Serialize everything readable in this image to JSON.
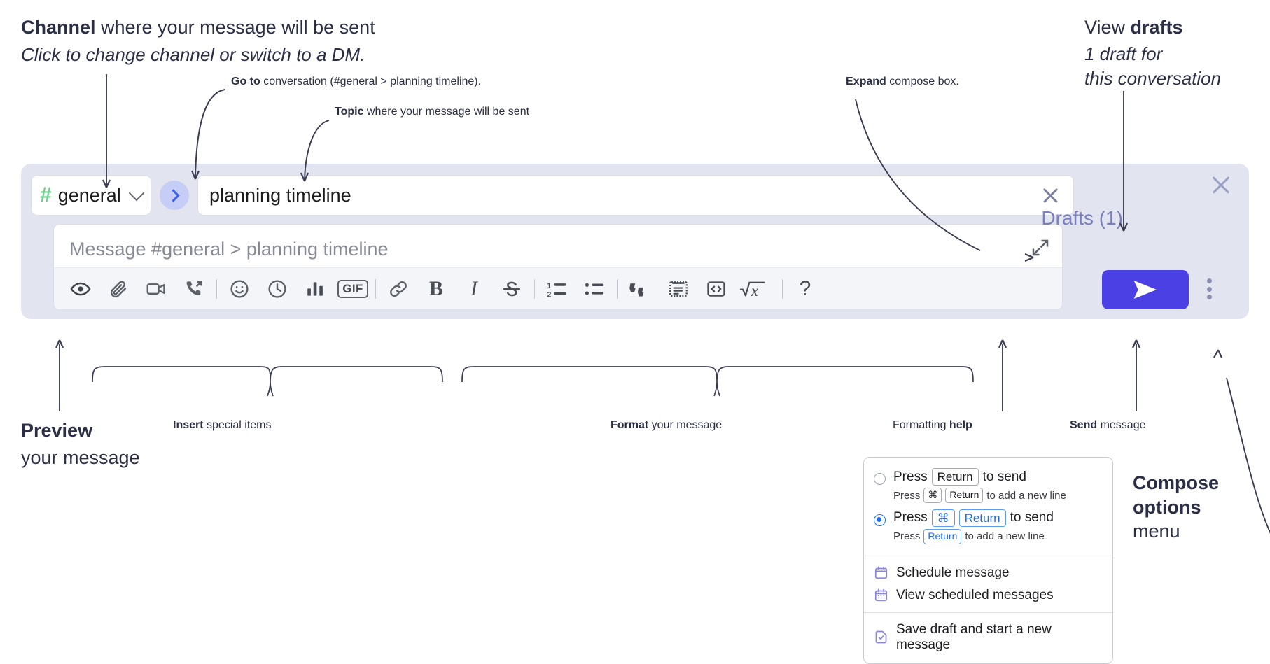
{
  "annotations": {
    "channel": {
      "bold": "Channel",
      "rest": " where your message will be sent",
      "sub": "Click to change channel or switch to a DM."
    },
    "goto": {
      "bold": "Go to",
      "rest": " conversation (#general > planning timeline)."
    },
    "topic": {
      "bold": "Topic",
      "rest": " where your message will be sent"
    },
    "expand": {
      "bold": "Expand",
      "rest": " compose box."
    },
    "drafts": {
      "pre": "View ",
      "bold": "drafts",
      "sub1": "1 draft for",
      "sub2": "this conversation"
    },
    "preview": {
      "bold": "Preview",
      "rest": "your message"
    },
    "insert": {
      "bold": "Insert",
      "rest": " special items"
    },
    "format": {
      "bold": "Format",
      "rest": " your message"
    },
    "formatting_help": {
      "pre": "Formatting ",
      "bold": "help"
    },
    "send": {
      "bold": "Send",
      "rest": " message"
    },
    "compose_options": {
      "bold1": "Compose",
      "bold2": "options",
      "rest": "menu"
    }
  },
  "compose": {
    "channel_name": "general",
    "channel_hash": "#",
    "topic_value": "planning timeline",
    "message_placeholder": "Message #general > planning timeline",
    "drafts_label": "Drafts (1)",
    "toolbar_icons": [
      "preview-eye-icon",
      "attachment-paperclip-icon",
      "video-camera-icon",
      "phone-forward-icon",
      "emoji-smiley-icon",
      "clock-icon",
      "poll-bar-chart-icon",
      "gif-icon",
      "link-icon",
      "bold-icon",
      "italic-icon",
      "strikethrough-icon",
      "ordered-list-icon",
      "bulleted-list-icon",
      "blockquote-icon",
      "code-block-icon",
      "code-inline-icon",
      "math-formula-icon",
      "formatting-help-icon"
    ],
    "gif_label": "GIF",
    "bold_label": "B",
    "italic_label": "I",
    "help_label": "?",
    "send_icon": "send-paper-plane-icon",
    "kebab_icon": "vertical-dots-icon",
    "close_icon": "close-x-icon",
    "expand_icon": "expand-diagonal-arrows-icon",
    "goto_icon": "chevron-right-icon",
    "topic_clear_icon": "clear-x-icon",
    "channel_chevron_icon": "chevron-down-icon"
  },
  "menu": {
    "options": [
      {
        "selected": false,
        "main_pre": "Press",
        "main_key": "Return",
        "main_post": "to send",
        "sub_pre": "Press",
        "sub_key1": "⌘",
        "sub_key2": "Return",
        "sub_post": "to add a new line",
        "key_style": "plain"
      },
      {
        "selected": true,
        "main_pre": "Press",
        "main_key1": "⌘",
        "main_key2": "Return",
        "main_post": "to send",
        "sub_pre": "Press",
        "sub_key": "Return",
        "sub_post": "to add a new line",
        "key_style": "blue"
      }
    ],
    "items": [
      {
        "label": "Schedule message",
        "icon": "calendar-schedule-icon"
      },
      {
        "label": "View scheduled messages",
        "icon": "calendar-grid-icon"
      },
      {
        "label": "Save draft and start a new message",
        "icon": "document-check-icon"
      }
    ]
  },
  "colors": {
    "panel_bg": "#e2e4f0",
    "send_button": "#4a40e4",
    "hash_green": "#6fd08c",
    "goto_circle": "#c6cdf7",
    "goto_chevron": "#3a63ee",
    "drafts_text": "#7a7fc0",
    "radio_blue": "#1d6ce8",
    "menu_icon_purple": "#8a86dd",
    "text_dark": "#2b2f45"
  }
}
